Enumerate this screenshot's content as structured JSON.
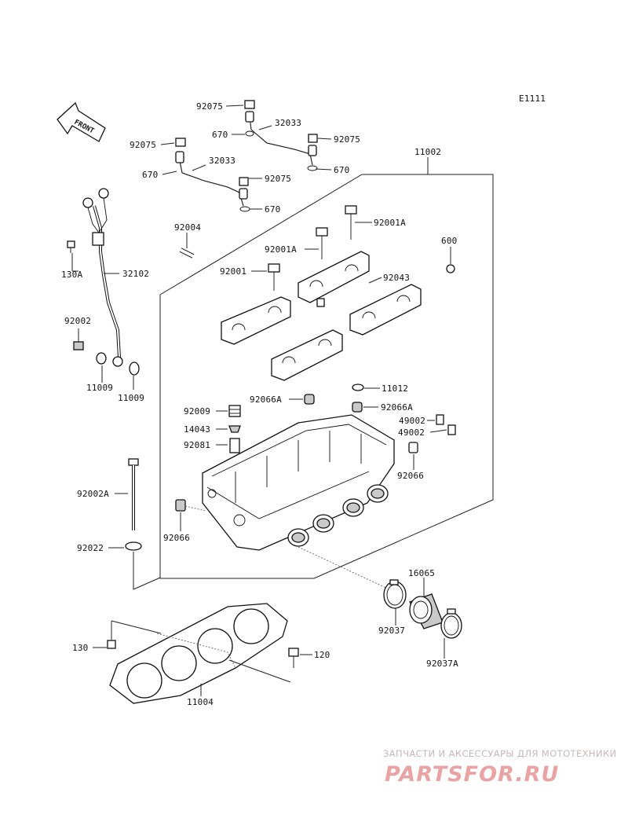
{
  "diagram": {
    "code": "E1111",
    "front_label": "FRONT",
    "labels": {
      "p92075_a": "92075",
      "p670_a": "670",
      "p32033_a": "32033",
      "p92075_b": "92075",
      "p92075_c": "92075",
      "p670_b": "670",
      "p32033_b": "32033",
      "p670_c": "670",
      "p92075_d": "92075",
      "p670_d": "670",
      "p11002": "11002",
      "p92004": "92004",
      "p92001A_a": "92001A",
      "p92001A_b": "92001A",
      "p600": "600",
      "p92001": "92001",
      "p92043": "92043",
      "p130A": "130A",
      "p32102": "32102",
      "p92002": "92002",
      "p11009_a": "11009",
      "p11009_b": "11009",
      "p11012": "11012",
      "p92066A_a": "92066A",
      "p92066A_b": "92066A",
      "p92009": "92009",
      "p49002_a": "49002",
      "p14043": "14043",
      "p49002_b": "49002",
      "p92081": "92081",
      "p92066_a": "92066",
      "p92002A": "92002A",
      "p92066_b": "92066",
      "p92022": "92022",
      "p16065": "16065",
      "p92037": "92037",
      "p130": "130",
      "p120": "120",
      "p92037A": "92037A",
      "p11004": "11004"
    }
  },
  "watermark": {
    "line1": "ЗАПЧАСТИ И АКСЕССУАРЫ ДЛЯ МОТОТЕХНИКИ",
    "line2": "PARTSFOR.RU"
  }
}
